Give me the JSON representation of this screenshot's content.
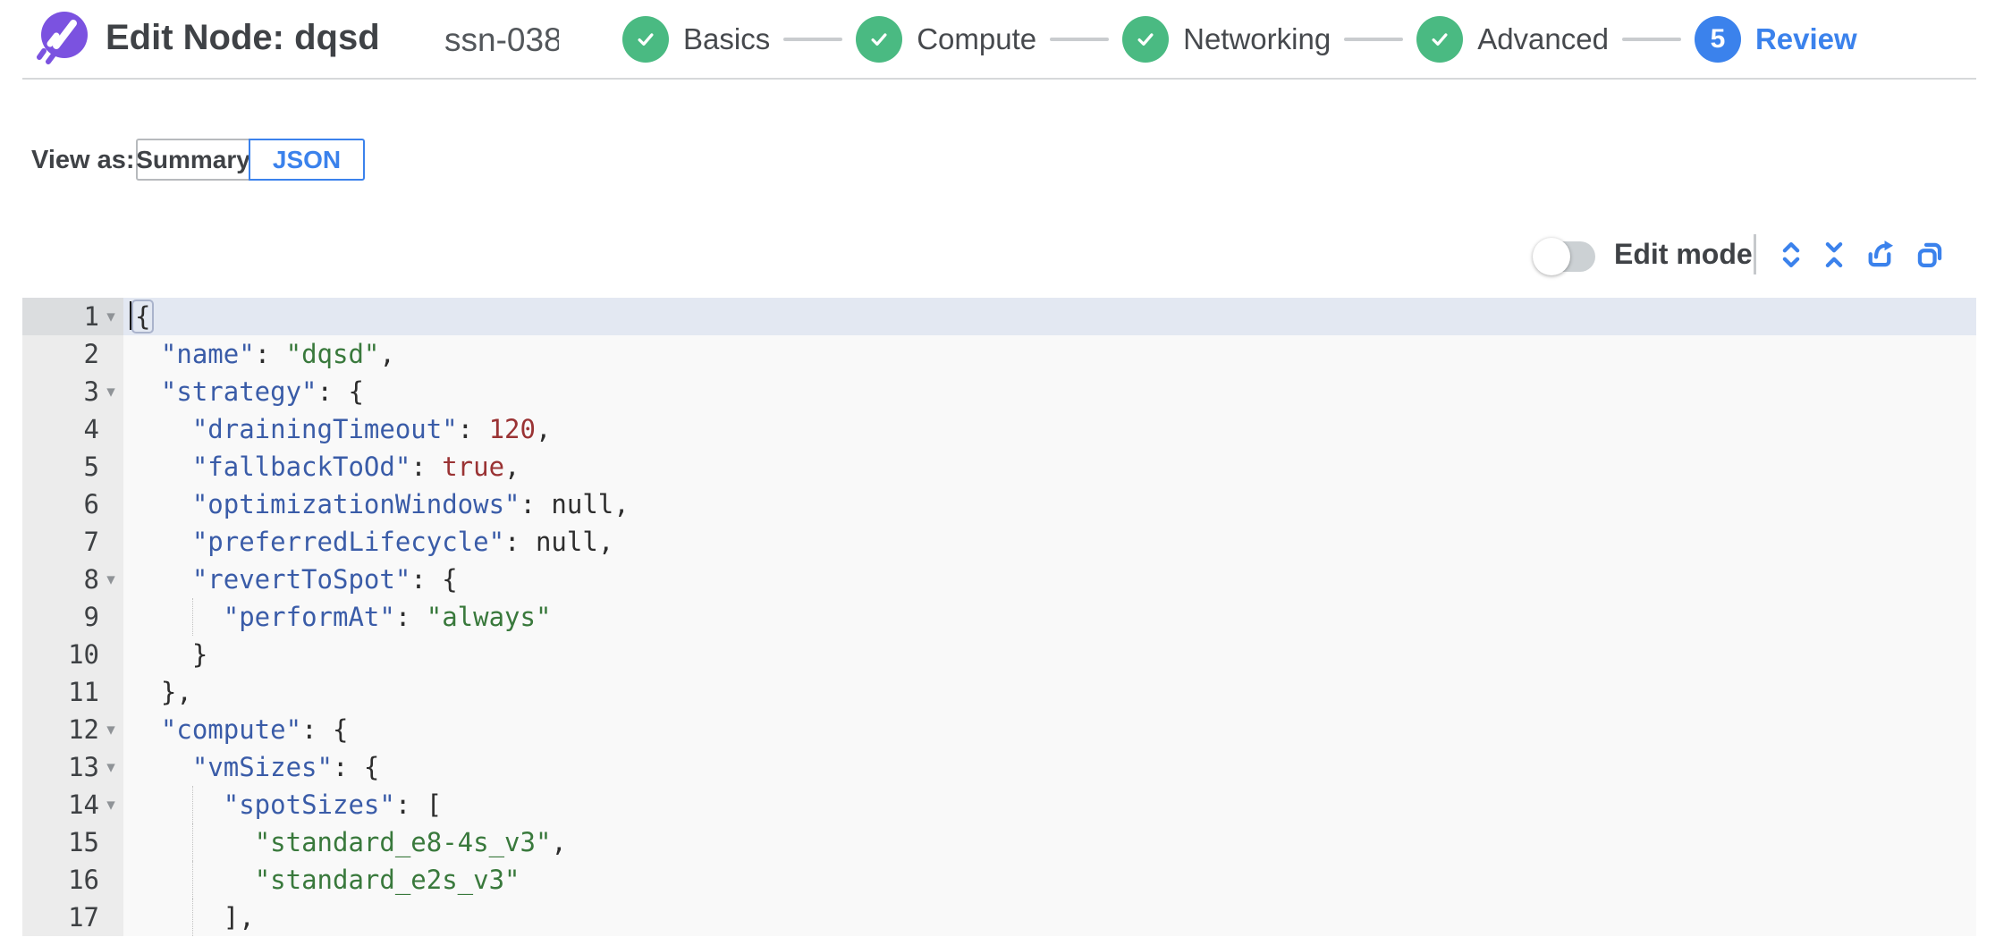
{
  "header": {
    "title": "Edit Node: dqsd",
    "subtitle": "ssn-038",
    "logo": "spot-logo",
    "steps": [
      {
        "label": "Basics",
        "state": "complete"
      },
      {
        "label": "Compute",
        "state": "complete"
      },
      {
        "label": "Networking",
        "state": "complete"
      },
      {
        "label": "Advanced",
        "state": "complete"
      },
      {
        "label": "Review",
        "state": "current",
        "number": "5"
      }
    ]
  },
  "view_as": {
    "label": "View as:",
    "options": [
      {
        "label": "Summary",
        "selected": false
      },
      {
        "label": "JSON",
        "selected": true
      }
    ]
  },
  "toolbar": {
    "edit_mode_label": "Edit mode",
    "edit_mode_on": false,
    "icons": [
      "expand-all-icon",
      "collapse-all-icon",
      "export-icon",
      "copy-icon"
    ]
  },
  "editor": {
    "colors": {
      "key": "#3a5ca8",
      "string": "#39793c",
      "number": "#9a3334",
      "boolean": "#9a3334",
      "null": "#2d2d2d",
      "active_line": "#e3e8f2"
    },
    "lines": [
      {
        "num": 1,
        "fold": true,
        "active": true,
        "cursor": true,
        "guides": [],
        "segs": [
          [
            "m",
            "{"
          ]
        ]
      },
      {
        "num": 2,
        "fold": false,
        "guides": [],
        "segs": [
          [
            "p",
            "  "
          ],
          [
            "k",
            "\"name\""
          ],
          [
            "p",
            ": "
          ],
          [
            "s",
            "\"dqsd\""
          ],
          [
            "p",
            ","
          ]
        ]
      },
      {
        "num": 3,
        "fold": true,
        "guides": [],
        "segs": [
          [
            "p",
            "  "
          ],
          [
            "k",
            "\"strategy\""
          ],
          [
            "p",
            ": {"
          ]
        ]
      },
      {
        "num": 4,
        "fold": false,
        "guides": [],
        "segs": [
          [
            "p",
            "    "
          ],
          [
            "k",
            "\"drainingTimeout\""
          ],
          [
            "p",
            ": "
          ],
          [
            "n",
            "120"
          ],
          [
            "p",
            ","
          ]
        ]
      },
      {
        "num": 5,
        "fold": false,
        "guides": [],
        "segs": [
          [
            "p",
            "    "
          ],
          [
            "k",
            "\"fallbackToOd\""
          ],
          [
            "p",
            ": "
          ],
          [
            "b",
            "true"
          ],
          [
            "p",
            ","
          ]
        ]
      },
      {
        "num": 6,
        "fold": false,
        "guides": [],
        "segs": [
          [
            "p",
            "    "
          ],
          [
            "k",
            "\"optimizationWindows\""
          ],
          [
            "p",
            ": "
          ],
          [
            "u",
            "null"
          ],
          [
            "p",
            ","
          ]
        ]
      },
      {
        "num": 7,
        "fold": false,
        "guides": [],
        "segs": [
          [
            "p",
            "    "
          ],
          [
            "k",
            "\"preferredLifecycle\""
          ],
          [
            "p",
            ": "
          ],
          [
            "u",
            "null"
          ],
          [
            "p",
            ","
          ]
        ]
      },
      {
        "num": 8,
        "fold": true,
        "guides": [],
        "segs": [
          [
            "p",
            "    "
          ],
          [
            "k",
            "\"revertToSpot\""
          ],
          [
            "p",
            ": {"
          ]
        ]
      },
      {
        "num": 9,
        "fold": false,
        "guides": [
          4
        ],
        "segs": [
          [
            "p",
            "      "
          ],
          [
            "k",
            "\"performAt\""
          ],
          [
            "p",
            ": "
          ],
          [
            "s",
            "\"always\""
          ]
        ]
      },
      {
        "num": 10,
        "fold": false,
        "guides": [],
        "segs": [
          [
            "p",
            "    }"
          ]
        ]
      },
      {
        "num": 11,
        "fold": false,
        "guides": [],
        "segs": [
          [
            "p",
            "  },"
          ]
        ]
      },
      {
        "num": 12,
        "fold": true,
        "guides": [],
        "segs": [
          [
            "p",
            "  "
          ],
          [
            "k",
            "\"compute\""
          ],
          [
            "p",
            ": {"
          ]
        ]
      },
      {
        "num": 13,
        "fold": true,
        "guides": [],
        "segs": [
          [
            "p",
            "    "
          ],
          [
            "k",
            "\"vmSizes\""
          ],
          [
            "p",
            ": {"
          ]
        ]
      },
      {
        "num": 14,
        "fold": true,
        "guides": [
          4
        ],
        "segs": [
          [
            "p",
            "      "
          ],
          [
            "k",
            "\"spotSizes\""
          ],
          [
            "p",
            ": ["
          ]
        ]
      },
      {
        "num": 15,
        "fold": false,
        "guides": [
          4
        ],
        "segs": [
          [
            "p",
            "        "
          ],
          [
            "s",
            "\"standard_e8-4s_v3\""
          ],
          [
            "p",
            ","
          ]
        ]
      },
      {
        "num": 16,
        "fold": false,
        "guides": [
          4
        ],
        "segs": [
          [
            "p",
            "        "
          ],
          [
            "s",
            "\"standard_e2s_v3\""
          ]
        ]
      },
      {
        "num": 17,
        "fold": false,
        "guides": [
          4
        ],
        "segs": [
          [
            "p",
            "      ],"
          ]
        ]
      }
    ]
  },
  "colors": {
    "accent_blue": "#3b82ec",
    "success_green": "#4aba82",
    "brand_purple": "#7b52e0"
  }
}
